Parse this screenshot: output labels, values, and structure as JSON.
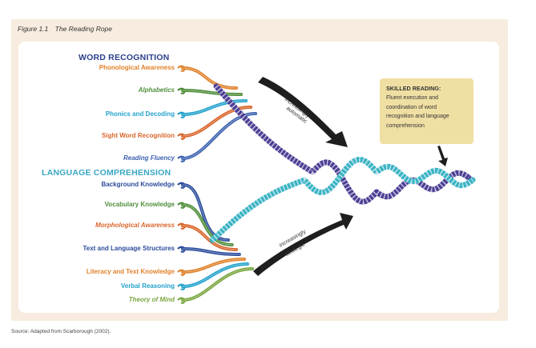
{
  "figure": {
    "number": "Figure 1.1",
    "title": "The Reading Rope",
    "source": "Source: Adapted from Scarborough (2002)."
  },
  "word_recognition": {
    "heading": "WORD RECOGNITION",
    "heading_color": "#2b3f8c",
    "strands": [
      {
        "label": "Phonological Awareness",
        "color": "#e0822b",
        "italic": false
      },
      {
        "label": "Alphabetics",
        "color": "#4f8e3b",
        "italic": true
      },
      {
        "label": "Phonics and Decoding",
        "color": "#23a2cc",
        "italic": false
      },
      {
        "label": "Sight Word Recognition",
        "color": "#d9652b",
        "italic": false
      },
      {
        "label": "Reading Fluency",
        "color": "#3d63b0",
        "italic": true
      }
    ]
  },
  "language_comprehension": {
    "heading": "LANGUAGE COMPREHENSION",
    "heading_color": "#3aa6c4",
    "strands": [
      {
        "label": "Background Knowledge",
        "color": "#2b4c9c",
        "italic": false
      },
      {
        "label": "Vocabulary Knowledge",
        "color": "#4f8e3b",
        "italic": false
      },
      {
        "label": "Morphological Awareness",
        "color": "#d9652b",
        "italic": true
      },
      {
        "label": "Text and Language Structures",
        "color": "#2b4c9c",
        "italic": false
      },
      {
        "label": "Literacy and Text Knowledge",
        "color": "#e0822b",
        "italic": false
      },
      {
        "label": "Verbal Reasoning",
        "color": "#23a2cc",
        "italic": false
      },
      {
        "label": "Theory of Mind",
        "color": "#7aa63f",
        "italic": true
      }
    ]
  },
  "arrows": {
    "upper": [
      "increasingly",
      "automatic"
    ],
    "lower": [
      "increasingly",
      "strategic"
    ]
  },
  "skilled_reading": {
    "title": "SKILLED READING:",
    "body_lines": [
      "Fluent execution and",
      "coordination of word",
      "recognition and language",
      "comprehension"
    ]
  },
  "colors": {
    "panel": "#f7ecdf",
    "box": "#f0dfa3",
    "wr_rope": "#4b3f94",
    "lc_rope": "#3ab3c4",
    "arrow": "#1e1e1e"
  }
}
